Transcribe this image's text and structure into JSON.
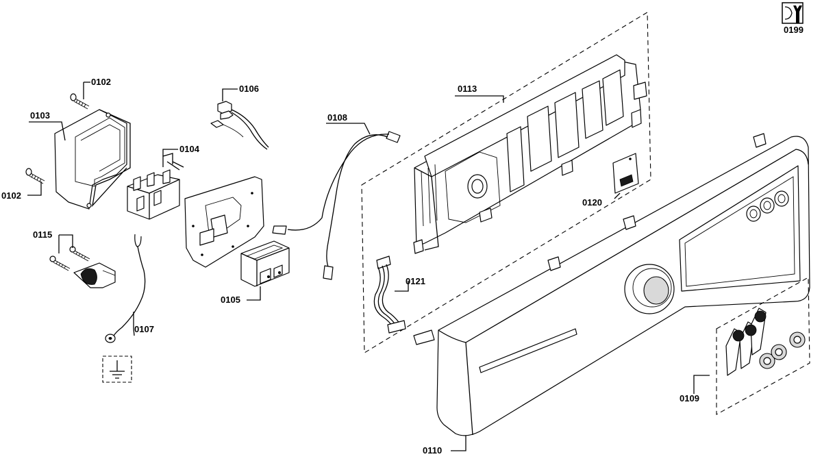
{
  "parts": [
    {
      "key": "p0199",
      "label": "0199"
    },
    {
      "key": "p0102a",
      "label": "0102"
    },
    {
      "key": "p0103",
      "label": "0103"
    },
    {
      "key": "p0102b",
      "label": "0102"
    },
    {
      "key": "p0104",
      "label": "0104"
    },
    {
      "key": "p0106",
      "label": "0106"
    },
    {
      "key": "p0108",
      "label": "0108"
    },
    {
      "key": "p0113",
      "label": "0113"
    },
    {
      "key": "p0115",
      "label": "0115"
    },
    {
      "key": "p0107",
      "label": "0107"
    },
    {
      "key": "p0105",
      "label": "0105"
    },
    {
      "key": "p0121",
      "label": "0121"
    },
    {
      "key": "p0120",
      "label": "0120"
    },
    {
      "key": "p0109",
      "label": "0109"
    },
    {
      "key": "p0110",
      "label": "0110"
    }
  ],
  "icons": {
    "service": "wrench-service-icon",
    "ground": "ground-symbol-icon"
  }
}
